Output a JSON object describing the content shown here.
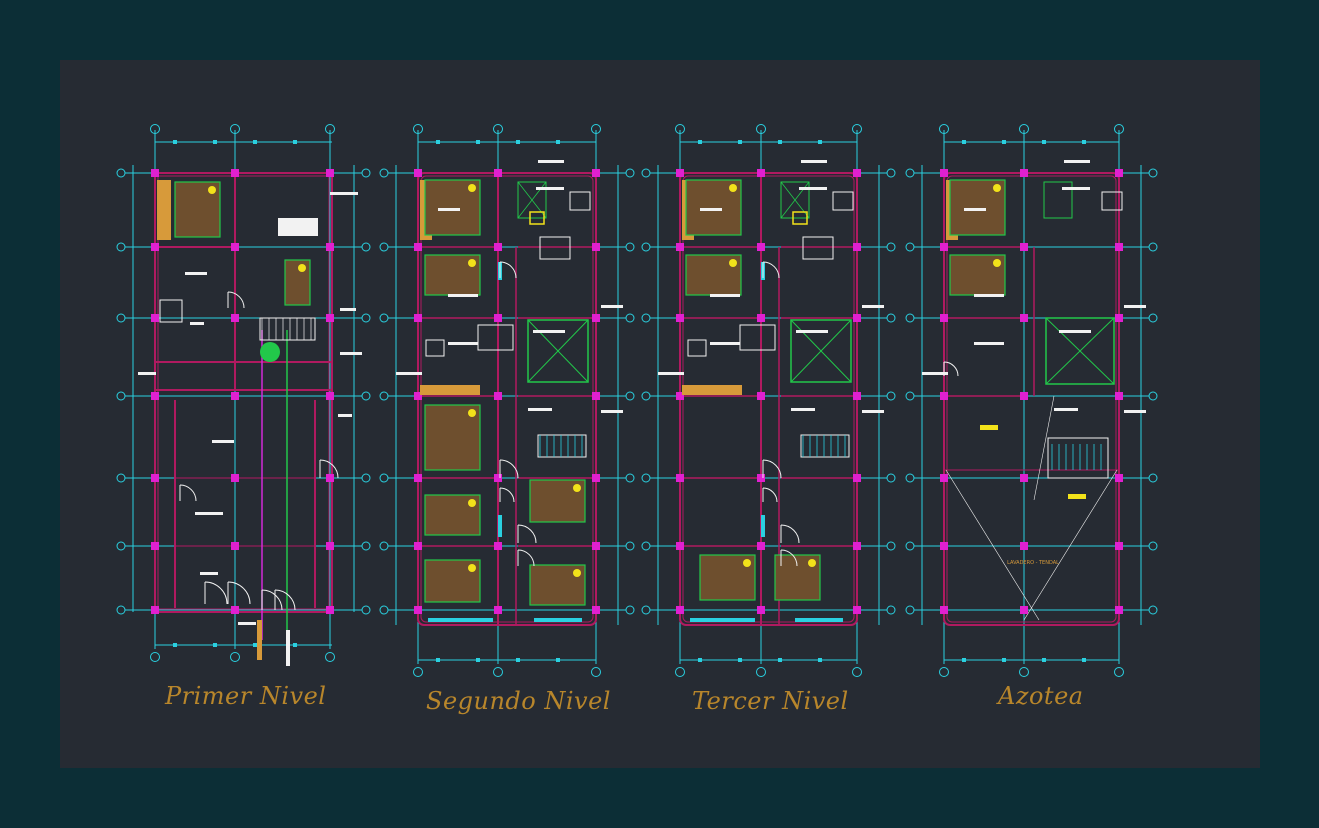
{
  "drawing": {
    "background": "#0c2e36",
    "paper": "#262b33",
    "colors": {
      "grid": "#2ad0e0",
      "wall": "#b01a60",
      "column": "#e020d0",
      "white": "#f2f2f2",
      "green": "#22c84a",
      "yellow": "#f2e21a",
      "brown": "#6e4f2e",
      "orange": "#d79a3a",
      "title": "#b8862b"
    }
  },
  "levels": [
    {
      "key": "primer",
      "title": "Primer Nivel"
    },
    {
      "key": "segundo",
      "title": "Segundo  Nivel"
    },
    {
      "key": "tercer",
      "title": "Tercer  Nivel"
    },
    {
      "key": "azotea",
      "title": "Azotea"
    }
  ],
  "azotea_label": "LAVADERO - TENDAL"
}
